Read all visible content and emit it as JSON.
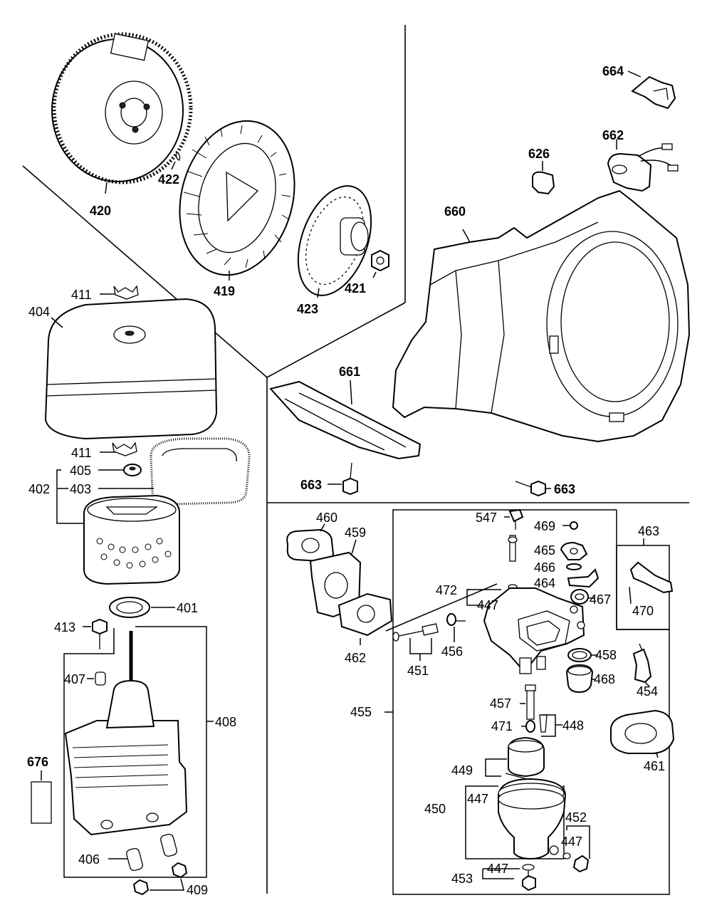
{
  "labels": {
    "p420": "420",
    "p422": "422",
    "p419": "419",
    "p423": "423",
    "p421": "421",
    "p411a": "411",
    "p404": "404",
    "p411b": "411",
    "p405": "405",
    "p402": "402",
    "p403": "403",
    "p401": "401",
    "p413": "413",
    "p407": "407",
    "p408": "408",
    "p676": "676",
    "p406": "406",
    "p409": "409",
    "p664": "664",
    "p662": "662",
    "p626": "626",
    "p660": "660",
    "p661": "661",
    "p663a": "663",
    "p663b": "663",
    "p460": "460",
    "p459": "459",
    "p462": "462",
    "p547": "547",
    "p469": "469",
    "p472": "472",
    "p447a": "447",
    "p465": "465",
    "p466": "466",
    "p464": "464",
    "p467": "467",
    "p463": "463",
    "p470": "470",
    "p456": "456",
    "p451": "451",
    "p458": "458",
    "p468": "468",
    "p454": "454",
    "p455": "455",
    "p457": "457",
    "p471": "471",
    "p448": "448",
    "p461": "461",
    "p449": "449",
    "p450": "450",
    "p447b": "447",
    "p452": "452",
    "p447c": "447",
    "p453": "453",
    "p447d": "447"
  }
}
